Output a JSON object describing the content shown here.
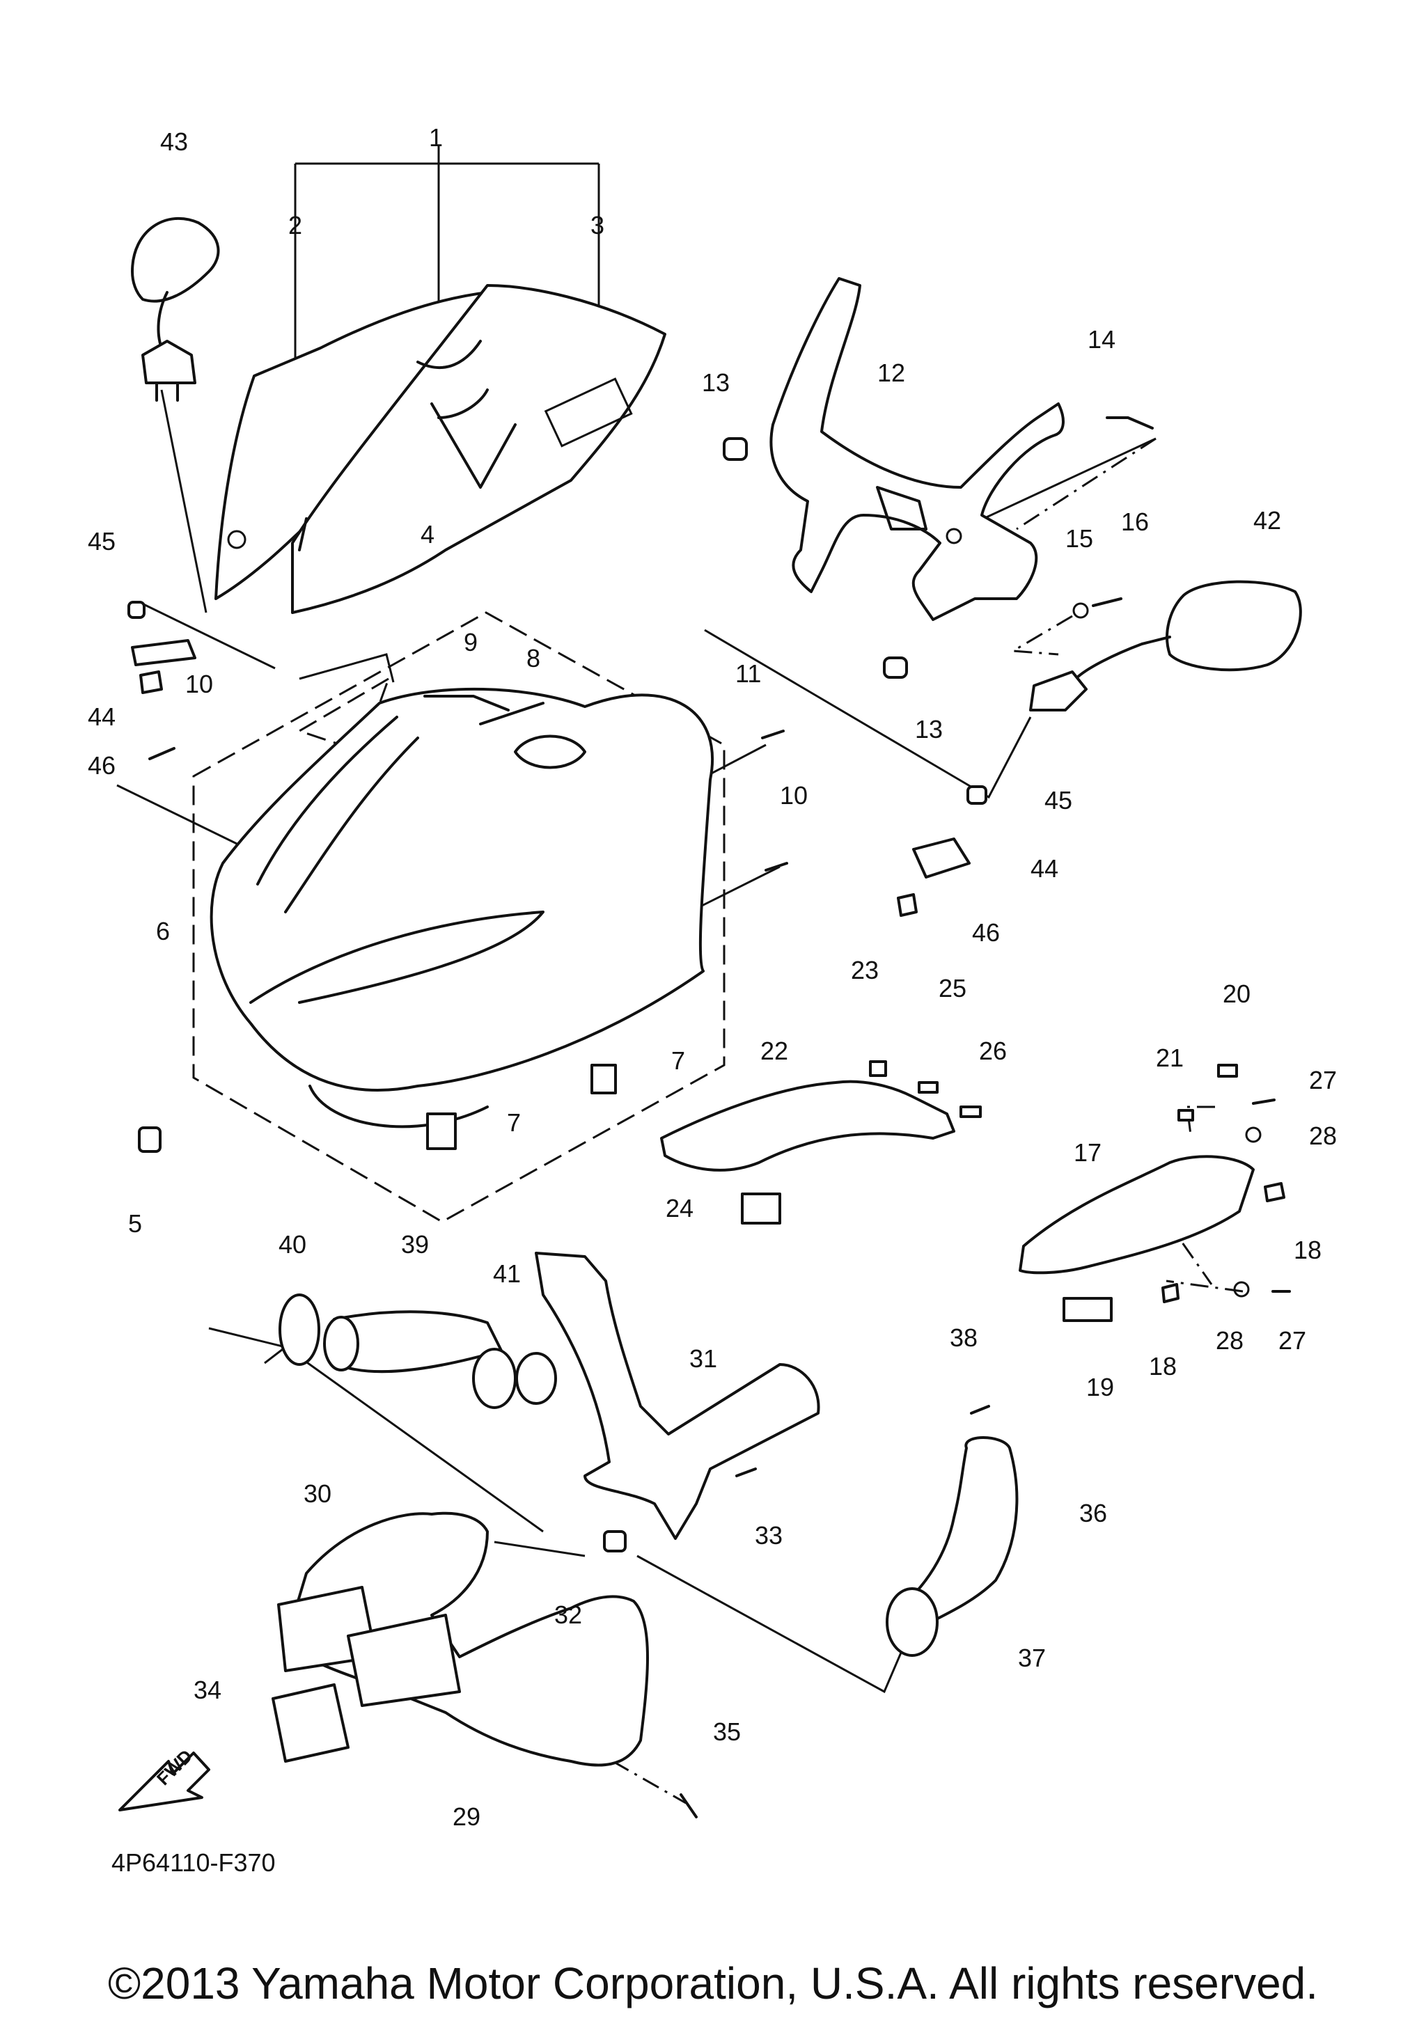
{
  "diagram": {
    "code": "4P64110-F370",
    "fwd_label": "FWD",
    "callouts": [
      "1",
      "2",
      "3",
      "4",
      "5",
      "6",
      "7",
      "7",
      "8",
      "9",
      "10",
      "10",
      "11",
      "12",
      "13",
      "13",
      "14",
      "15",
      "16",
      "17",
      "18",
      "18",
      "19",
      "20",
      "21",
      "22",
      "23",
      "24",
      "25",
      "26",
      "27",
      "27",
      "28",
      "28",
      "29",
      "30",
      "31",
      "32",
      "33",
      "34",
      "35",
      "36",
      "37",
      "38",
      "39",
      "40",
      "41",
      "42",
      "43",
      "44",
      "44",
      "45",
      "45",
      "46",
      "46"
    ]
  },
  "footer": {
    "copyright": "©2013 Yamaha Motor Corporation, U.S.A. All rights reserved."
  }
}
